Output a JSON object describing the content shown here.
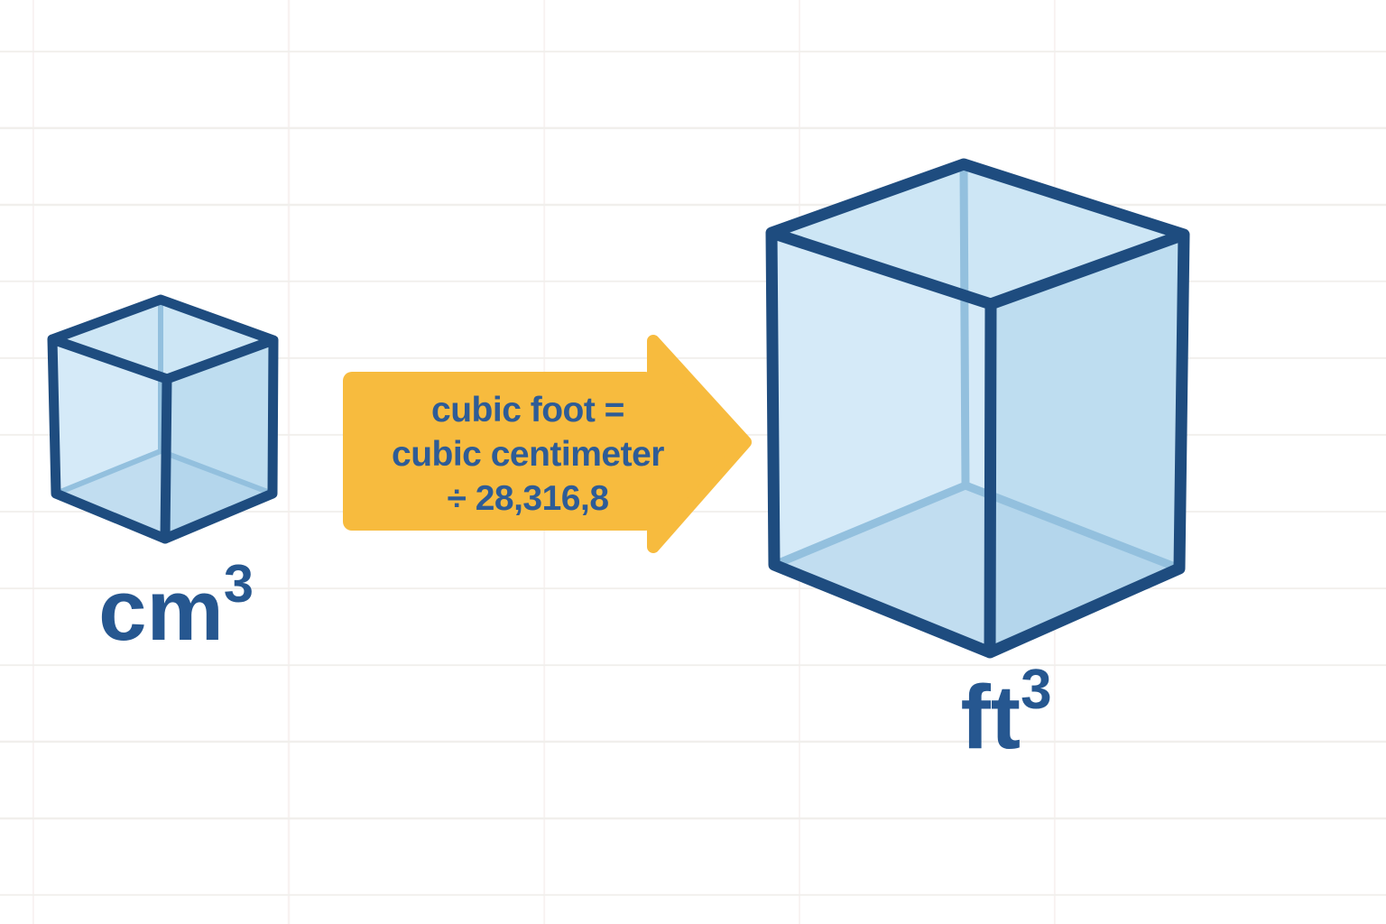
{
  "diagram_type": "unit-conversion-illustration",
  "left_unit": {
    "base": "cm",
    "exponent": "3"
  },
  "right_unit": {
    "base": "ft",
    "exponent": "3"
  },
  "arrow": {
    "lines": [
      "cubic foot =",
      "cubic centimeter",
      "÷ 28,316,8"
    ]
  },
  "colors": {
    "background": "#FFFFFF",
    "grid_line": "#F1EFEC",
    "cube_edge": "#1E4C7F",
    "cube_face_top": "#CDE6F5",
    "cube_face_left": "#D5EAF8",
    "cube_face_right": "#BEDDF0",
    "cube_face_bottom": "#A8CEE6",
    "cube_inner_edge": "#93C0DE",
    "arrow_fill": "#F7BB3E",
    "arrow_text": "#2E5C96",
    "label_text": "#265790"
  }
}
